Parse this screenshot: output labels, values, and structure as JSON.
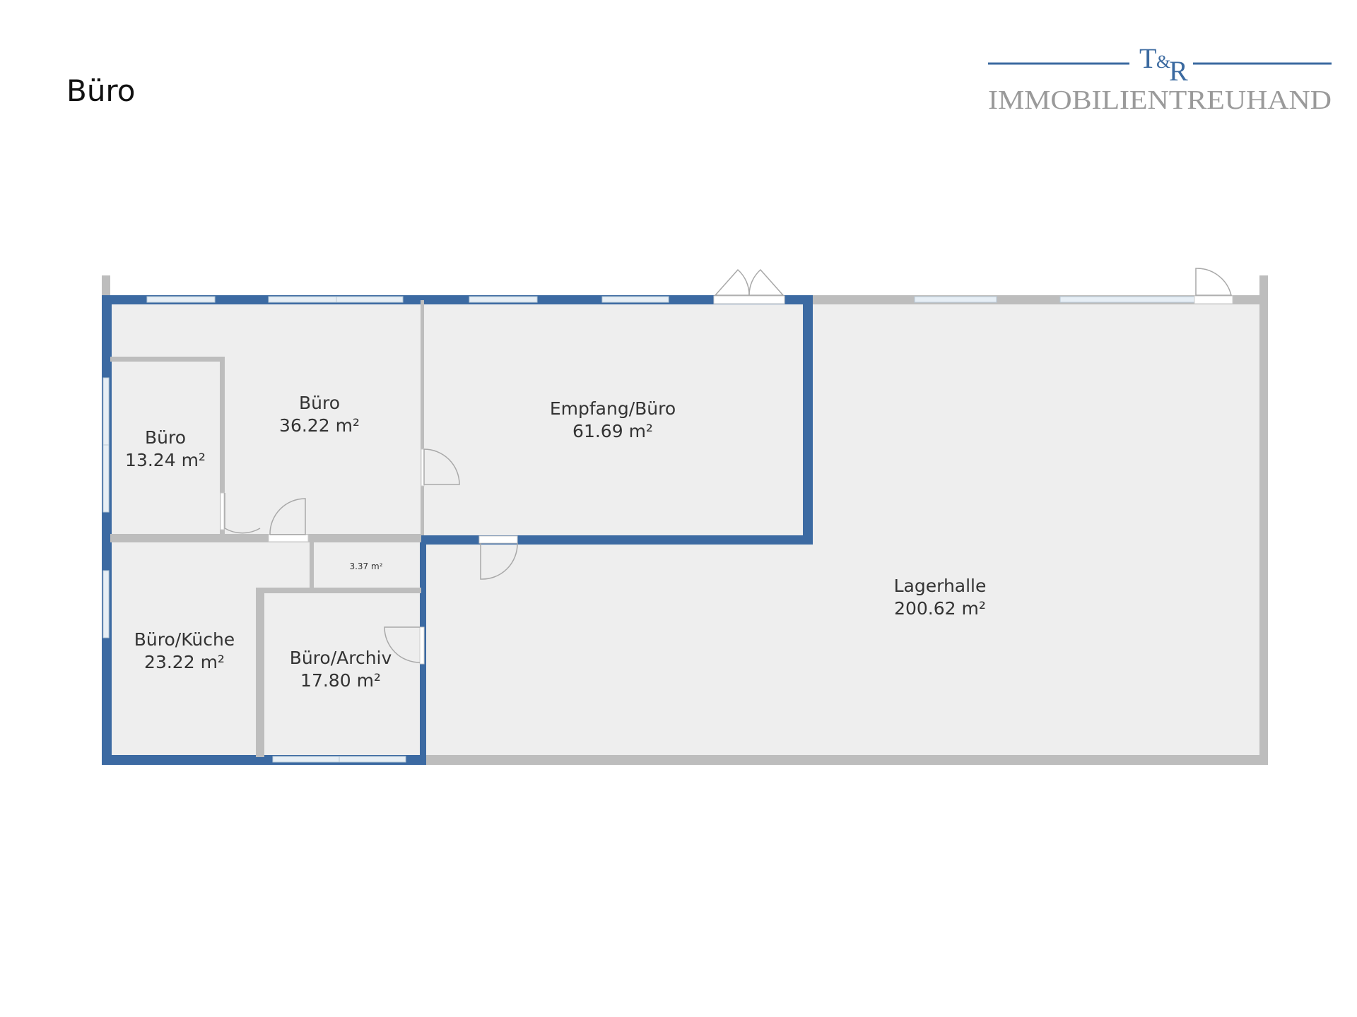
{
  "title": "Büro",
  "logo": {
    "monogram_left": "T",
    "monogram_amp": "&",
    "monogram_right": "R",
    "company": "IMMOBILIENTREUHAND",
    "color_blue": "#3b6aa0",
    "color_gray": "#9a9a9a"
  },
  "colors": {
    "blue_wall": "#3c6aa2",
    "gray_wall": "#bdbdbd",
    "floor": "#eeeeee",
    "window": "#dfeaf3"
  },
  "rooms": [
    {
      "id": "buero-small",
      "name": "Büro",
      "area": "13.24 m²"
    },
    {
      "id": "buero-main",
      "name": "Büro",
      "area": "36.22 m²"
    },
    {
      "id": "empfang",
      "name": "Empfang/Büro",
      "area": "61.69 m²"
    },
    {
      "id": "lagerhalle",
      "name": "Lagerhalle",
      "area": "200.62 m²"
    },
    {
      "id": "kueche",
      "name": "Büro/Küche",
      "area": "23.22 m²"
    },
    {
      "id": "archiv",
      "name": "Büro/Archiv",
      "area": "17.80 m²"
    },
    {
      "id": "small-room",
      "name": "",
      "area": "3.37 m²"
    }
  ]
}
